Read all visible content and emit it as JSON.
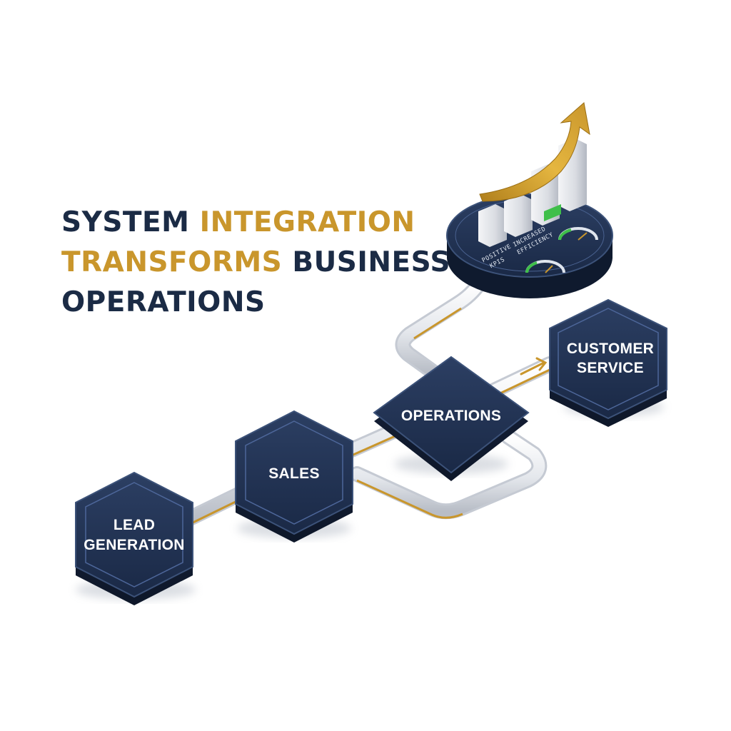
{
  "headline": {
    "line1_a": "SYSTEM ",
    "line1_b": "INTEGRATION",
    "line2_a": "TRANSFORMS",
    "line2_b": " BUSINESS",
    "line3": "OPERATIONS"
  },
  "nodes": {
    "lead_line1": "LEAD",
    "lead_line2": "GENERATION",
    "sales": "SALES",
    "operations": "OPERATIONS",
    "customer_line1": "CUSTOMER",
    "customer_line2": "SERVICE"
  },
  "dashboard": {
    "kpi_a_line1": "POSITIVE",
    "kpi_a_line2": "KPIS",
    "kpi_b_line1": "INCREASED",
    "kpi_b_line2": "EFFICIENCY"
  },
  "colors": {
    "navy": "#1b2b45",
    "gold": "#c9962c",
    "pipe": "#e9ebef",
    "green": "#3fbf4a"
  }
}
